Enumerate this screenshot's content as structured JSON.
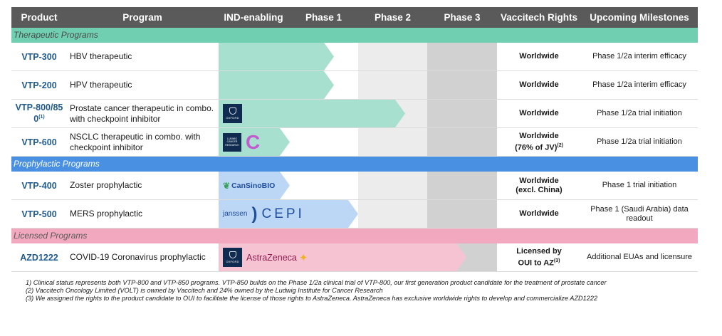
{
  "columns": {
    "product": "Product",
    "program": "Program",
    "ind": "IND-enabling",
    "phase1": "Phase 1",
    "phase2": "Phase 2",
    "phase3": "Phase 3",
    "rights": "Vaccitech Rights",
    "milestones": "Upcoming Milestones"
  },
  "sections": {
    "therapeutic": "Therapeutic Programs",
    "prophylactic": "Prophylactic Programs",
    "licensed": "Licensed Programs"
  },
  "rows": [
    {
      "code": "VTP-300",
      "program": "HBV therapeutic",
      "rights": "Worldwide",
      "milestone": "Phase 1/2a interim efficacy",
      "stage": "Phase 1"
    },
    {
      "code": "VTP-200",
      "program": "HPV therapeutic",
      "rights": "Worldwide",
      "milestone": "Phase 1/2a interim efficacy",
      "stage": "Phase 1"
    },
    {
      "code": "VTP-800/85",
      "code2": "0",
      "code_sup": "(1)",
      "program": "Prostate cancer therapeutic in combo. with checkpoint inhibitor",
      "rights": "Worldwide",
      "milestone": "Phase 1/2a trial initiation",
      "stage": "Phase 2",
      "partner": "OXFORD"
    },
    {
      "code": "VTP-600",
      "program": "NSCLC therapeutic in combo. with checkpoint inhibitor",
      "rights": "Worldwide",
      "rights2": "(76% of JV)",
      "rights_sup": "(2)",
      "milestone": "Phase 1/2a trial initiation",
      "stage": "IND-enabling",
      "partner": "LUDWIG CANCER RESEARCH"
    },
    {
      "code": "VTP-400",
      "program": "Zoster prophylactic",
      "rights": "Worldwide",
      "rights2": "(excl. China)",
      "milestone": "Phase 1 trial initiation",
      "stage": "IND-enabling",
      "partner": "CanSinoBIO"
    },
    {
      "code": "VTP-500",
      "program": "MERS prophylactic",
      "rights": "Worldwide",
      "milestone": "Phase 1 (Saudi Arabia) data readout",
      "stage": "Phase 1",
      "partner": "janssen",
      "partner2": "CEPI"
    },
    {
      "code": "AZD1222",
      "program": "COVID-19 Coronavirus prophylactic",
      "rights": "Licensed by",
      "rights2": "OUI to AZ",
      "rights_sup": "(3)",
      "milestone": "Additional EUAs and licensure",
      "stage": "Phase 3",
      "partner": "OXFORD",
      "partner2": "AstraZeneca"
    }
  ],
  "footnotes": [
    "1) Clinical status represents both VTP-800 and VTP-850 programs. VTP-850 builds on the Phase 1/2a clinical trial of VTP-800, our first generation product candidate for the treatment of prostate cancer",
    "(2) Vaccitech Oncology Limited (VOLT) is owned by Vaccitech and 24% owned by the Ludwig Institute for Cancer Research",
    "(3) We assigned the rights to the product candidate to OUI to facilitate the license of those rights to AstraZeneca. AstraZeneca has exclusive worldwide rights to develop and commercialize AZD1222"
  ],
  "colors": {
    "header": "#5a5a5a",
    "therapeutic": "#6fcfb0",
    "prophylactic": "#4a90e2",
    "licensed": "#f2a9bf",
    "code_text": "#1f5a8c"
  }
}
